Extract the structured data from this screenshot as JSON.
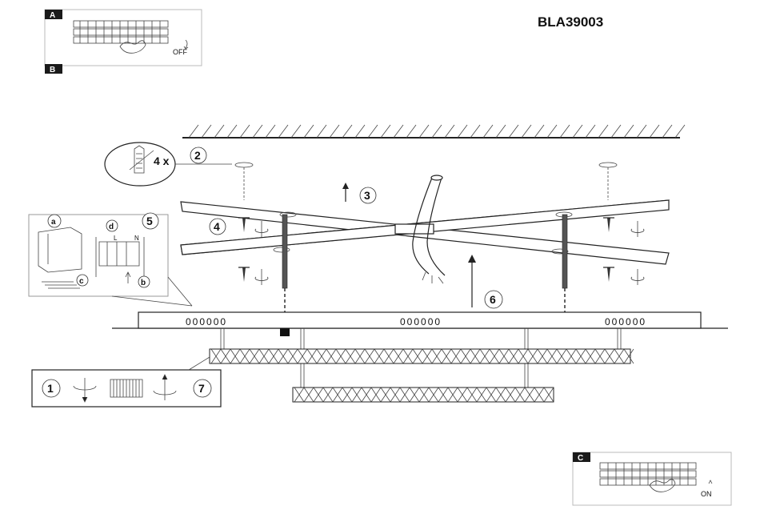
{
  "model_code": "BLA39003",
  "panel_labels": {
    "a": "A",
    "b": "B",
    "c": "C"
  },
  "switch_states": {
    "off": "OFF",
    "on": "ON"
  },
  "detail": {
    "a": "a",
    "b": "b",
    "c": "c",
    "d": "d",
    "wire_l": "L",
    "wire_n": "N"
  },
  "steps": {
    "s1": "1",
    "s2": "2",
    "s3": "3",
    "s4": "4",
    "s5": "5",
    "s6": "6",
    "s7": "7"
  },
  "anchor_count": "4 x",
  "canopy_marks": [
    "000000",
    "000000",
    "000000"
  ],
  "colors": {
    "line": "#222222",
    "panel_tag": "#1a1a1a",
    "background": "#ffffff"
  }
}
